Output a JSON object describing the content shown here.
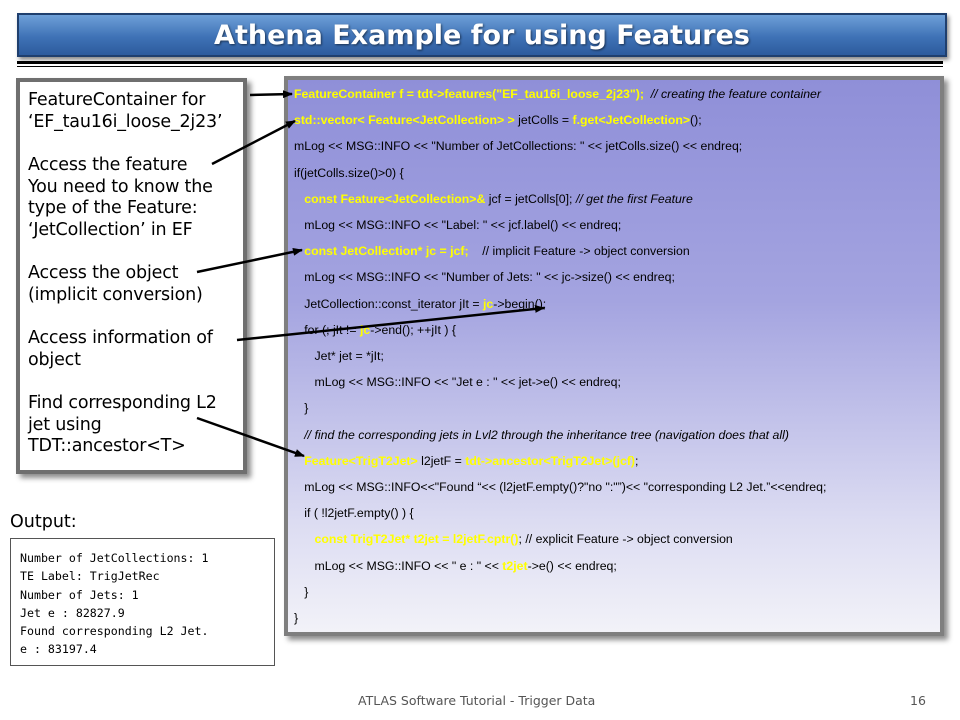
{
  "title": "Athena Example for using Features",
  "left_panel": {
    "items": [
      [
        "FeatureContainer for",
        "‘EF_tau16i_loose_2j23’"
      ],
      [
        "Access the feature",
        "You need to know the",
        "type of the Feature:",
        "‘JetCollection’ in EF"
      ],
      [
        "Access the object",
        "(implicit conversion)"
      ],
      [
        "Access information of",
        "object"
      ],
      [
        "Find corresponding L2",
        "jet using",
        "TDT::ancestor<T>"
      ]
    ]
  },
  "code": {
    "lines": [
      [
        {
          "t": "FeatureContainer f = tdt->features(\"EF_tau16i_loose_2j23\");",
          "s": "y"
        },
        {
          "t": "  // creating the feature container",
          "s": "it"
        }
      ],
      [
        {
          "t": "std::vector< Feature<JetCollection> > ",
          "s": "y"
        },
        {
          "t": "jetColls = "
        },
        {
          "t": "f.get<JetCollection>",
          "s": "y"
        },
        {
          "t": "();"
        }
      ],
      [
        {
          "t": "mLog << MSG::INFO << \"Number of JetCollections: \" << jetColls.size() << endreq;"
        }
      ],
      [
        {
          "t": "if(jetColls.size()>0) {"
        }
      ],
      [
        {
          "t": "   "
        },
        {
          "t": "const Feature<JetCollection>&",
          "s": "y"
        },
        {
          "t": " jcf = jetColls[0]; "
        },
        {
          "t": "// get the first Feature",
          "s": "it"
        }
      ],
      [
        {
          "t": "   mLog << MSG::INFO << \"Label: \" << jcf.label() << endreq;"
        }
      ],
      [
        {
          "t": "   "
        },
        {
          "t": "const JetCollection* jc = jcf;",
          "s": "y"
        },
        {
          "t": "    // implicit Feature -> object conversion"
        }
      ],
      [
        {
          "t": "   mLog << MSG::INFO << \"Number of Jets: \" << jc->size() << endreq;"
        }
      ],
      [
        {
          "t": "   JetCollection::const_iterator jIt = "
        },
        {
          "t": "jc",
          "s": "y"
        },
        {
          "t": "->begin();"
        }
      ],
      [
        {
          "t": "   for (; jIt != "
        },
        {
          "t": "jc",
          "s": "y"
        },
        {
          "t": "->end(); ++jIt ) {"
        }
      ],
      [
        {
          "t": "      Jet* jet = *jIt;"
        }
      ],
      [
        {
          "t": "      mLog << MSG::INFO << \"Jet e : \" << jet->e() << endreq;"
        }
      ],
      [
        {
          "t": "   }"
        }
      ],
      [
        {
          "t": "   // find the corresponding jets in Lvl2 through the inheritance tree (navigation does that all)",
          "s": "it"
        }
      ],
      [
        {
          "t": "   "
        },
        {
          "t": "Feature<TrigT2Jet>",
          "s": "y"
        },
        {
          "t": " l2jetF = "
        },
        {
          "t": "tdt->ancestor<TrigT2Jet>(jcf)",
          "s": "y"
        },
        {
          "t": ";"
        }
      ],
      [
        {
          "t": "   mLog << MSG::INFO<<\"Found “<< (l2jetF.empty()?\"no \":\"”)<< \"corresponding L2 Jet.”<<endreq;"
        }
      ],
      [
        {
          "t": "   if ( !l2jetF.empty() ) {"
        }
      ],
      [
        {
          "t": "      "
        },
        {
          "t": "const TrigT2Jet* t2jet = l2jetF.cptr()",
          "s": "y"
        },
        {
          "t": "; // explicit Feature -> object conversion"
        }
      ],
      [
        {
          "t": "      mLog << MSG::INFO << \" e : \" << "
        },
        {
          "t": "t2jet",
          "s": "y"
        },
        {
          "t": "->e() << endreq;"
        }
      ],
      [
        {
          "t": "   }"
        }
      ],
      [
        {
          "t": "}"
        }
      ]
    ]
  },
  "output": {
    "label": "Output:",
    "lines": [
      "Number of JetCollections: 1",
      "TE Label: TrigJetRec",
      "Number of Jets: 1",
      "Jet e : 82827.9",
      "Found corresponding L2 Jet.",
      "e : 83197.4"
    ]
  },
  "footer": {
    "text": "ATLAS Software Tutorial - Trigger Data",
    "page": "16"
  }
}
